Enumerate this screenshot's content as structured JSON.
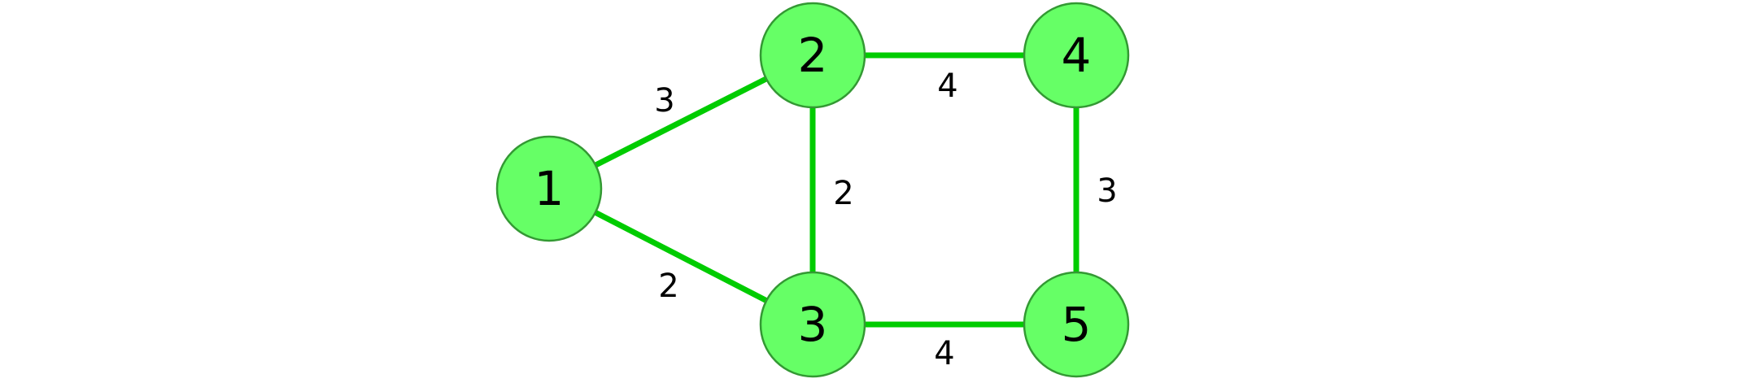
{
  "colors": {
    "edge": "#00cc00",
    "node_fill": "#66ff66",
    "node_stroke": "#339933",
    "text": "#000000"
  },
  "graph": {
    "nodes": [
      {
        "id": "1",
        "label": "1"
      },
      {
        "id": "2",
        "label": "2"
      },
      {
        "id": "3",
        "label": "3"
      },
      {
        "id": "4",
        "label": "4"
      },
      {
        "id": "5",
        "label": "5"
      }
    ],
    "edges": [
      {
        "from": "1",
        "to": "2",
        "weight": "3"
      },
      {
        "from": "1",
        "to": "3",
        "weight": "2"
      },
      {
        "from": "2",
        "to": "3",
        "weight": "2"
      },
      {
        "from": "2",
        "to": "4",
        "weight": "4"
      },
      {
        "from": "3",
        "to": "5",
        "weight": "4"
      },
      {
        "from": "4",
        "to": "5",
        "weight": "3"
      }
    ]
  }
}
